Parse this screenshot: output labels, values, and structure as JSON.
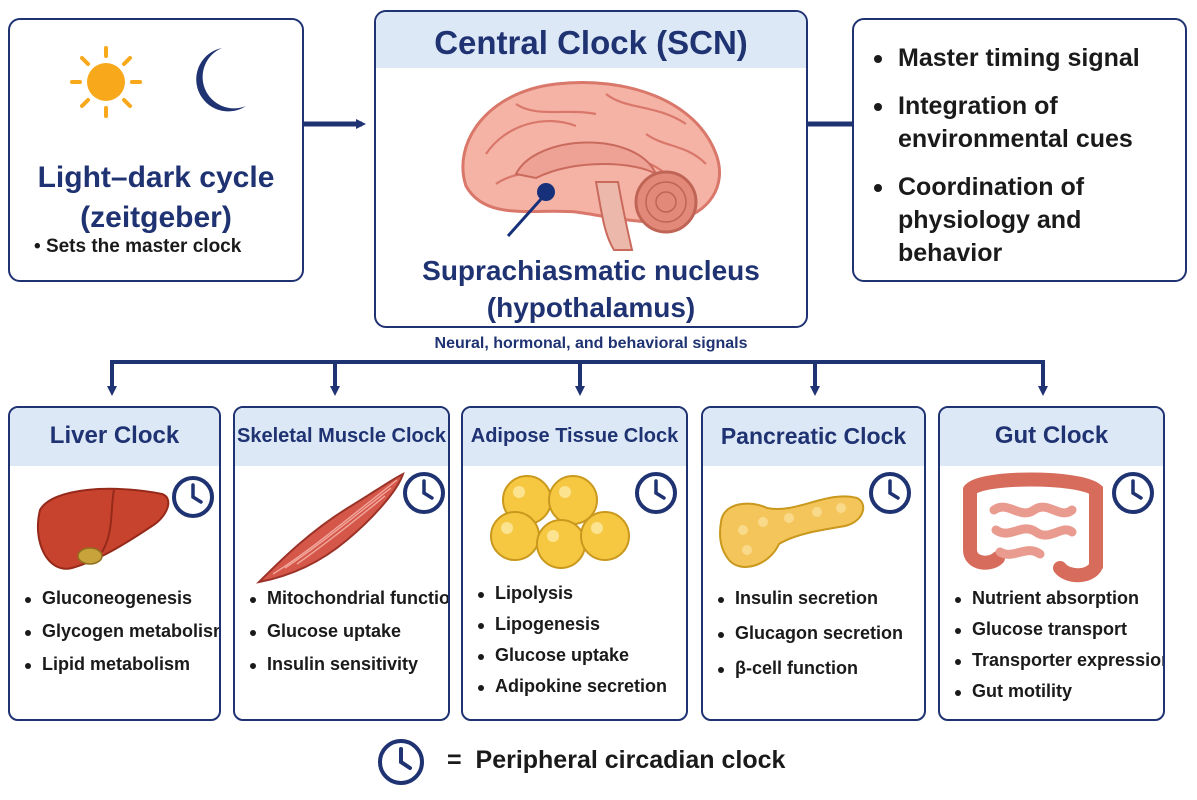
{
  "light": {
    "title_line1": "Light–dark cycle",
    "title_line2": "(zeitgeber)",
    "bullet": "Sets the master clock",
    "icons": [
      "sun-icon",
      "moon-icon"
    ]
  },
  "central": {
    "title": "Central Clock (SCN)",
    "label_line1": "Suprachiasmatic nucleus",
    "label_line2": "(hypothalamus)",
    "image": "brain-icon"
  },
  "functions": [
    "Master timing signal",
    "Integration of environmental cues",
    "Coordination of physiology and behavior"
  ],
  "signals": "Neural, hormonal, and behavioral signals",
  "organs": [
    {
      "title": "Liver Clock",
      "image": "liver-icon",
      "items": [
        "Gluconeogenesis",
        "Glycogen metabolism",
        "Lipid metabolism"
      ]
    },
    {
      "title": "Skeletal Muscle Clock",
      "image": "muscle-icon",
      "items": [
        "Mitochondrial function",
        "Glucose uptake",
        "Insulin sensitivity"
      ]
    },
    {
      "title": "Adipose Tissue Clock",
      "image": "adipocytes-icon",
      "items": [
        "Lipolysis",
        "Lipogenesis",
        "Glucose uptake",
        "Adipokine secretion"
      ]
    },
    {
      "title": "Pancreatic Clock",
      "image": "pancreas-icon",
      "items": [
        "Insulin secretion",
        "Glucagon secretion",
        "β-cell function"
      ]
    },
    {
      "title": "Gut Clock",
      "image": "intestine-icon",
      "items": [
        "Nutrient absorption",
        "Glucose transport",
        "Transporter expression",
        "Gut motility"
      ]
    }
  ],
  "legend": {
    "symbol": "=",
    "text": "Peripheral circadian clock"
  },
  "colors": {
    "navy": "#1f3272",
    "header_fill": "#dde8f6",
    "sun": "#f7a81b",
    "tissue": "#e88878"
  }
}
